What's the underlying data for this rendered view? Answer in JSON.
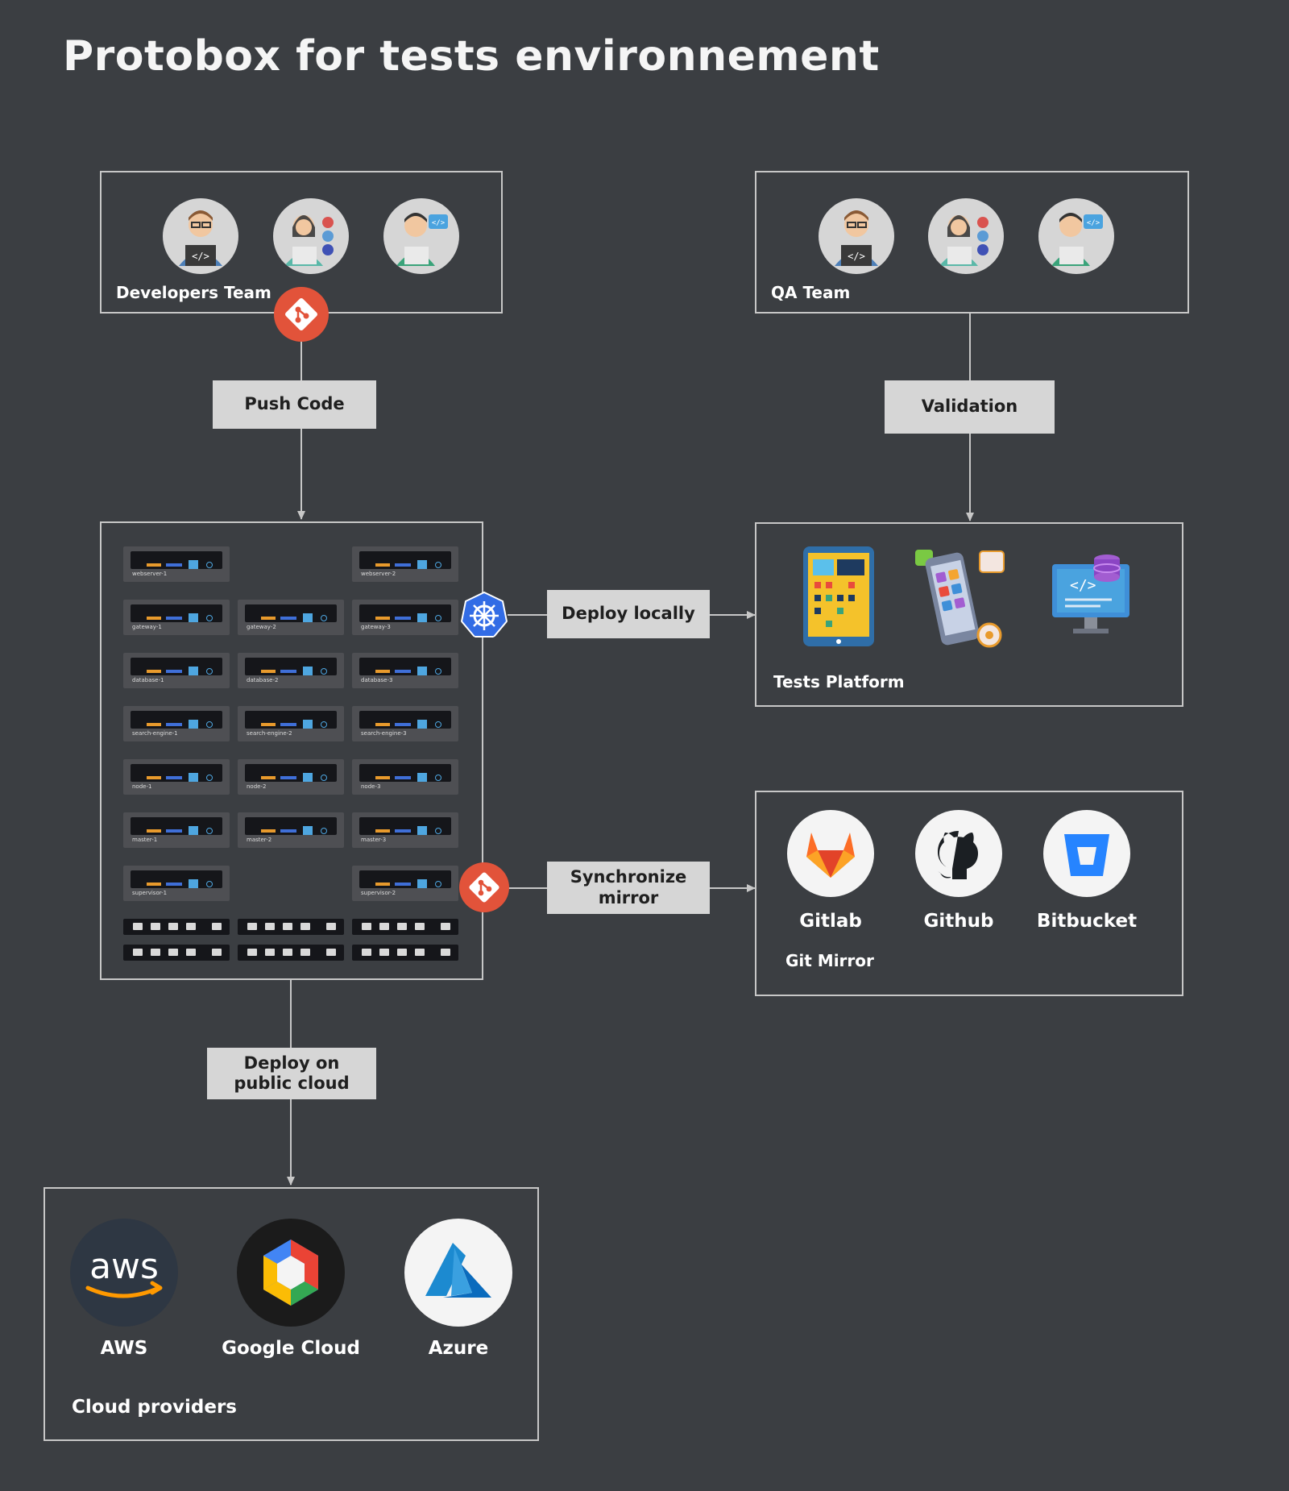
{
  "title": "Protobox for tests environnement",
  "developers": {
    "caption": "Developers Team"
  },
  "qa": {
    "caption": "QA Team"
  },
  "steps": {
    "push_code": "Push Code",
    "validation": "Validation",
    "deploy_locally": "Deploy locally",
    "synchronize_mirror": "Synchronize mirror",
    "deploy_public_cloud": "Deploy on public cloud"
  },
  "tests_platform": {
    "caption": "Tests Platform"
  },
  "git_mirror": {
    "caption": "Git Mirror",
    "items": [
      "Gitlab",
      "Github",
      "Bitbucket"
    ]
  },
  "cloud_providers": {
    "caption": "Cloud providers",
    "items": [
      "AWS",
      "Google Cloud",
      "Azure"
    ],
    "aws_logo_text": "aws"
  },
  "racks": [
    [
      "webserver-1",
      "",
      "webserver-2"
    ],
    [
      "gateway-1",
      "gateway-2",
      "gateway-3"
    ],
    [
      "database-1",
      "database-2",
      "database-3"
    ],
    [
      "search-engine-1",
      "search-engine-2",
      "search-engine-3"
    ],
    [
      "node-1",
      "node-2",
      "node-3"
    ],
    [
      "master-1",
      "master-2",
      "master-3"
    ],
    [
      "supervisor-1",
      "",
      "supervisor-2"
    ]
  ],
  "colors": {
    "background": "#3b3e42",
    "box_border": "#c7c7c7",
    "label_bg": "#d6d6d6",
    "git_red": "#e2533a",
    "kubernetes_blue": "#326ce5"
  }
}
